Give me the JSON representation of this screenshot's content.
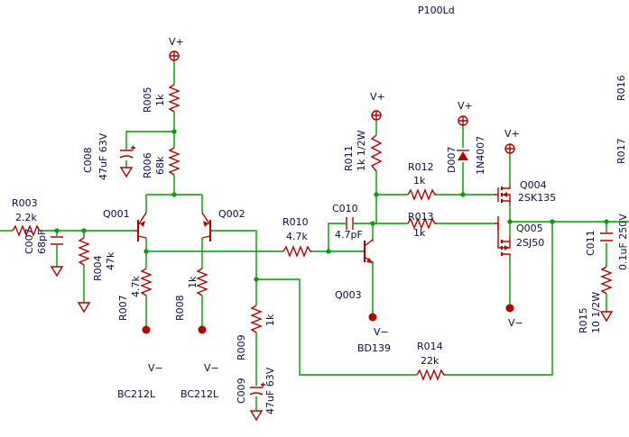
{
  "sheet": {
    "title": "P100Ld"
  },
  "power": {
    "vplus": "V+",
    "vminus": "V−"
  },
  "resistors": {
    "R003": {
      "ref": "R003",
      "value": "2.2k"
    },
    "R004": {
      "ref": "R004",
      "value": "47k"
    },
    "R005": {
      "ref": "R005",
      "value": "1k"
    },
    "R006": {
      "ref": "R006",
      "value": "68k"
    },
    "R007": {
      "ref": "R007",
      "value": "4.7k"
    },
    "R008": {
      "ref": "R008",
      "value": "1k"
    },
    "R009": {
      "ref": "R009",
      "value": "1k"
    },
    "R010": {
      "ref": "R010",
      "value": "4.7k"
    },
    "R011": {
      "ref": "R011",
      "value": "1k 1/2W"
    },
    "R012": {
      "ref": "R012",
      "value": "1k"
    },
    "R013": {
      "ref": "R013",
      "value": "1k"
    },
    "R014": {
      "ref": "R014",
      "value": "22k"
    },
    "R015": {
      "ref": "R015",
      "value": "10 1/2W"
    },
    "R016": {
      "ref": "R016",
      "value": ""
    },
    "R017": {
      "ref": "R017",
      "value": ""
    }
  },
  "capacitors": {
    "C007": {
      "ref": "C007",
      "value": "68pF"
    },
    "C008": {
      "ref": "C008",
      "value": "47uF 63V"
    },
    "C009": {
      "ref": "C009",
      "value": "47uF 63V"
    },
    "C010": {
      "ref": "C010",
      "value": "4.7pF"
    },
    "C011": {
      "ref": "C011",
      "value": "0.1uF 250V"
    }
  },
  "transistors": {
    "Q001": {
      "ref": "Q001",
      "value": "BC212L"
    },
    "Q002": {
      "ref": "Q002",
      "value": "BC212L"
    },
    "Q003": {
      "ref": "Q003",
      "value": "BD139"
    },
    "Q004": {
      "ref": "Q004",
      "value": "2SK135"
    },
    "Q005": {
      "ref": "Q005",
      "value": "2SJ50"
    }
  },
  "diodes": {
    "D007": {
      "ref": "D007",
      "value": "1N4007"
    }
  },
  "colors": {
    "wire": "#009900",
    "part": "#b20000",
    "text": "#0a0a50"
  }
}
